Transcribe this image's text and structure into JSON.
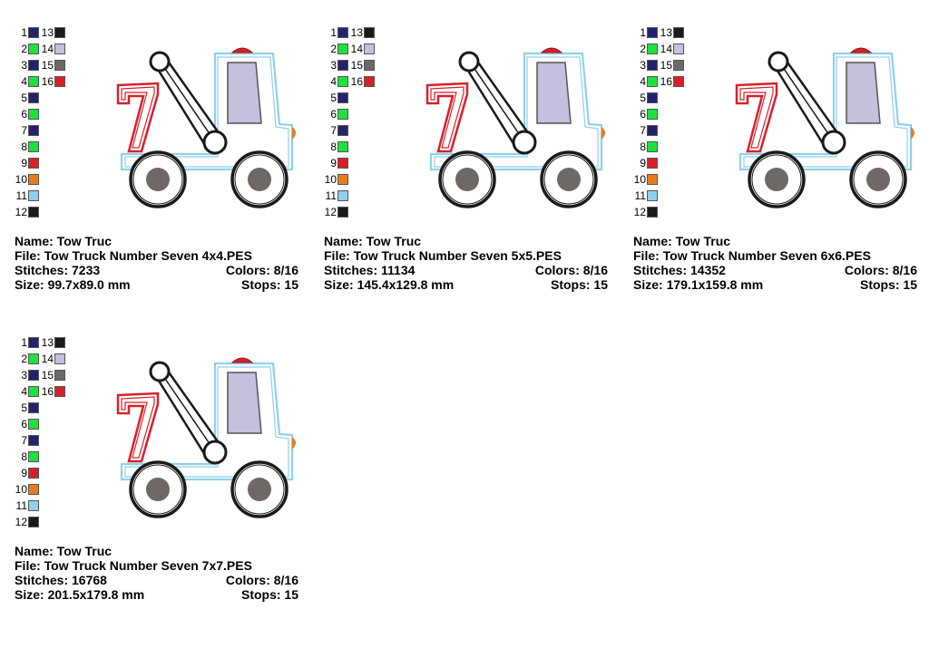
{
  "palette": {
    "left": [
      {
        "n": "1",
        "color": "#23236b"
      },
      {
        "n": "2",
        "color": "#1ee23c"
      },
      {
        "n": "3",
        "color": "#23236b"
      },
      {
        "n": "4",
        "color": "#1ee23c"
      },
      {
        "n": "5",
        "color": "#23236b"
      },
      {
        "n": "6",
        "color": "#1ee23c"
      },
      {
        "n": "7",
        "color": "#23236b"
      },
      {
        "n": "8",
        "color": "#1ee23c"
      },
      {
        "n": "9",
        "color": "#d8202a"
      },
      {
        "n": "10",
        "color": "#e97b1d"
      },
      {
        "n": "11",
        "color": "#8fd0ec"
      },
      {
        "n": "12",
        "color": "#1a1a1a"
      }
    ],
    "right": [
      {
        "n": "13",
        "color": "#1a1a1a"
      },
      {
        "n": "14",
        "color": "#c4c0de"
      },
      {
        "n": "15",
        "color": "#6e6866"
      },
      {
        "n": "16",
        "color": "#d8202a"
      }
    ]
  },
  "colors": {
    "cab": "#8fd0ec",
    "window": "#c4c0de",
    "seven": "#d8202a",
    "light": "#d8202a",
    "hub": "#6e6866",
    "outline": "#1a1a1a",
    "bumper": "#e97b1d"
  },
  "cards": [
    {
      "name_label": "Name: Tow Truc",
      "file_label": "File: Tow Truck Number Seven 4x4.PES",
      "stitches_label": "Stitches: 7233",
      "colors_label": "Colors: 8/16",
      "size_label": "Size: 99.7x89.0 mm",
      "stops_label": "Stops: 15"
    },
    {
      "name_label": "Name: Tow Truc",
      "file_label": "File: Tow Truck Number Seven 5x5.PES",
      "stitches_label": "Stitches: 11134",
      "colors_label": "Colors: 8/16",
      "size_label": "Size: 145.4x129.8 mm",
      "stops_label": "Stops: 15"
    },
    {
      "name_label": "Name: Tow Truc",
      "file_label": "File: Tow Truck Number Seven 6x6.PES",
      "stitches_label": "Stitches: 14352",
      "colors_label": "Colors: 8/16",
      "size_label": "Size: 179.1x159.8 mm",
      "stops_label": "Stops: 15"
    },
    {
      "name_label": "Name: Tow Truc",
      "file_label": "File: Tow Truck Number Seven 7x7.PES",
      "stitches_label": "Stitches: 16768",
      "colors_label": "Colors: 8/16",
      "size_label": "Size: 201.5x179.8 mm",
      "stops_label": "Stops: 15"
    }
  ],
  "design_icon": "tow-truck-seven-design"
}
